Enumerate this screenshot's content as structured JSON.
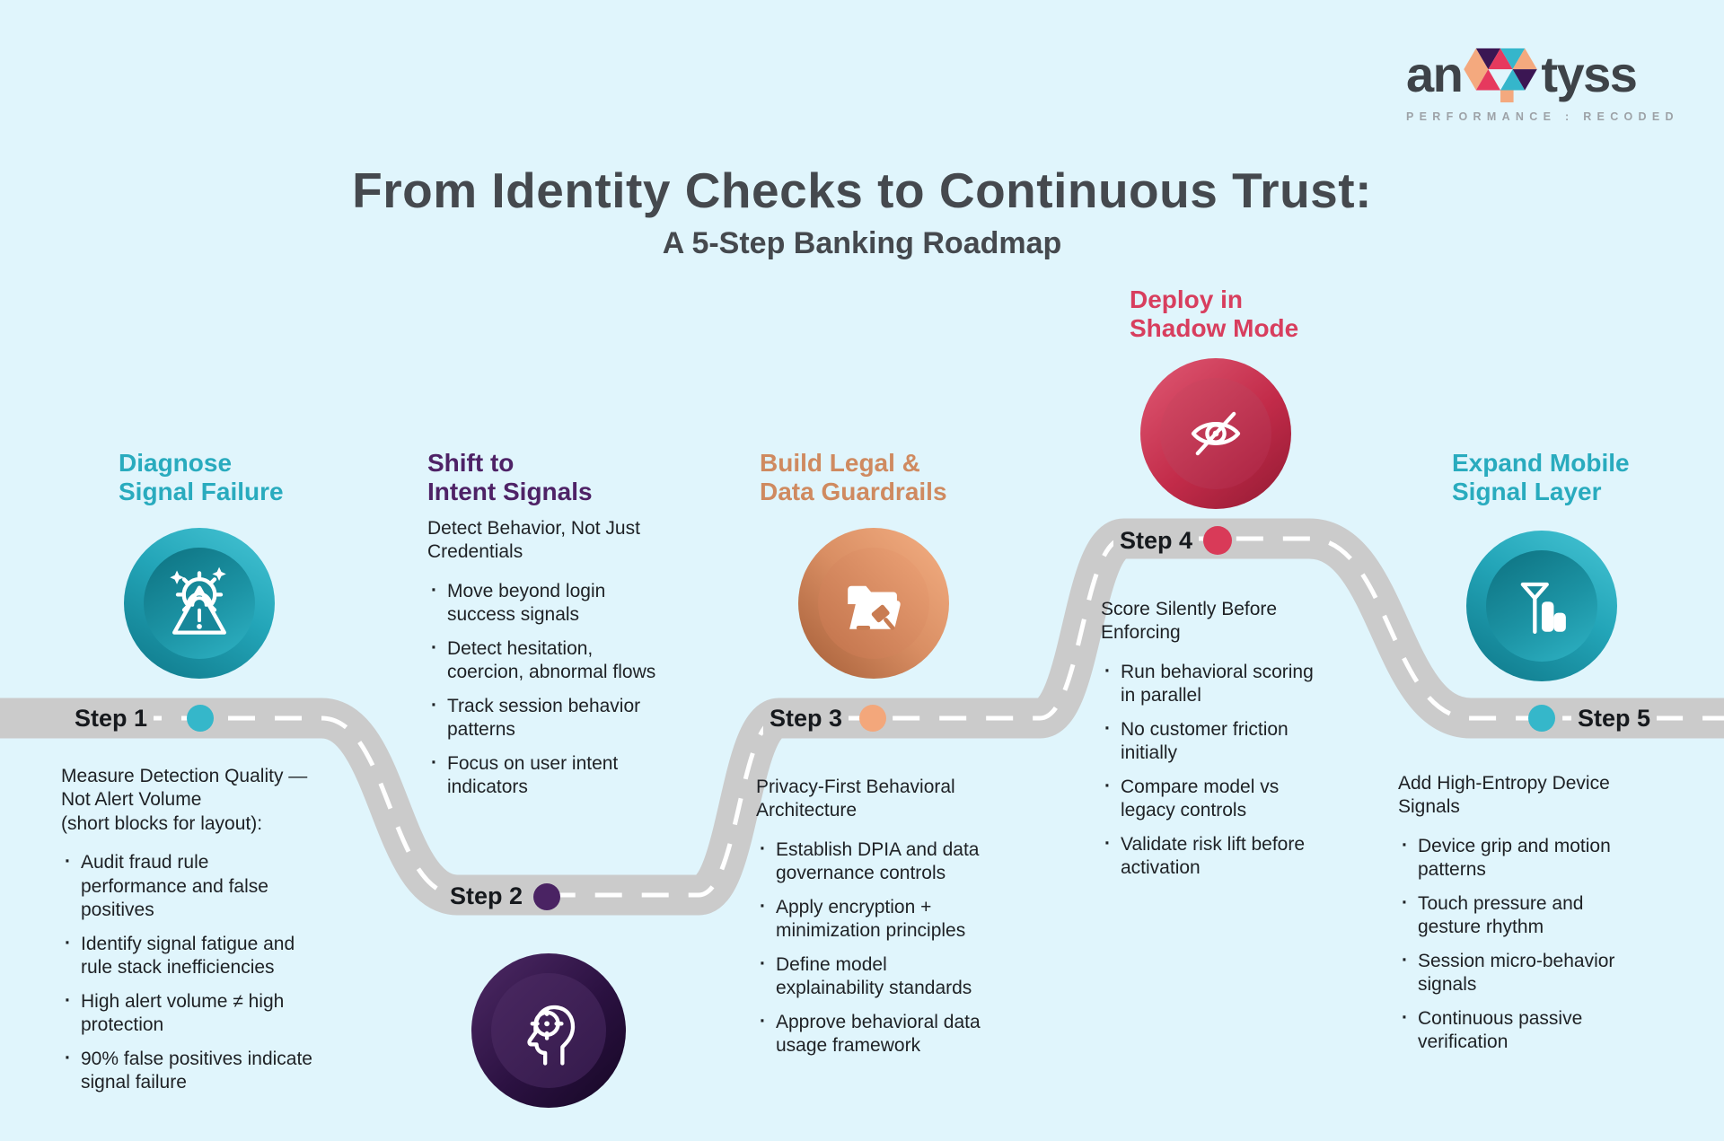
{
  "title": "From Identity Checks to Continuous Trust:",
  "subtitle": "A 5-Step Banking Roadmap",
  "logo": {
    "text_left": "an",
    "text_right": "tyss",
    "tagline": "PERFORMANCE : RECODED"
  },
  "colors": {
    "background": "#E0F5FC",
    "title_text": "#45494E",
    "body_text": "#1E2125",
    "road_gray": "#CBCBCB",
    "road_dash_white": "#FFFFFF",
    "teal_accent": "#29ABBE",
    "purple_accent": "#4E2266",
    "copper_accent": "#CF8A60",
    "crimson_accent": "#D83E5E",
    "logo_peach": "#F4A97E",
    "logo_crimson": "#E6395E",
    "logo_purple": "#3B1653",
    "logo_teal": "#35B6CB"
  },
  "steps": [
    {
      "label": "Step 1",
      "heading": "Diagnose\nSignal Failure",
      "heading_color": "#29ABBE",
      "dot_color": "#35B7CA",
      "icon": "gear-warning-icon",
      "intro": "Measure Detection Quality —\nNot Alert Volume\n(short blocks for layout):",
      "bullets": [
        "Audit fraud rule\nperformance and false\npositives",
        "Identify signal fatigue and\nrule stack inefficiencies",
        "High alert volume ≠ high\nprotection",
        "90% false positives indicate\nsignal failure"
      ]
    },
    {
      "label": "Step 2",
      "heading": "Shift to\nIntent Signals",
      "heading_color": "#4E2266",
      "dot_color": "#4A2363",
      "icon": "head-target-icon",
      "intro": "Detect Behavior, Not Just\nCredentials",
      "bullets": [
        "Move beyond login\nsuccess signals",
        "Detect hesitation,\ncoercion, abnormal flows",
        "Track session behavior\npatterns",
        "Focus on user intent\nindicators"
      ]
    },
    {
      "label": "Step 3",
      "heading": "Build Legal &\nData Guardrails",
      "heading_color": "#CF8A60",
      "dot_color": "#F3A77B",
      "icon": "folder-gavel-icon",
      "intro": "Privacy-First Behavioral\nArchitecture",
      "bullets": [
        "Establish DPIA and data\ngovernance controls",
        "Apply encryption +\nminimization principles",
        "Define model\nexplainability standards",
        "Approve behavioral data\nusage framework"
      ]
    },
    {
      "label": "Step 4",
      "heading": "Deploy in\nShadow Mode",
      "heading_color": "#D83E5E",
      "dot_color": "#D93A58",
      "icon": "hidden-eye-icon",
      "intro": "Score Silently Before\nEnforcing",
      "bullets": [
        "Run behavioral scoring\nin parallel",
        "No customer friction\ninitially",
        "Compare model vs\nlegacy controls",
        "Validate risk lift before\nactivation"
      ]
    },
    {
      "label": "Step 5",
      "heading": "Expand Mobile\nSignal Layer",
      "heading_color": "#29ABBE",
      "dot_color": "#35B7CA",
      "icon": "antenna-signal-icon",
      "intro": "Add High-Entropy Device\nSignals",
      "bullets": [
        "Device grip and motion\npatterns",
        "Touch pressure and\ngesture rhythm",
        "Session micro-behavior\nsignals",
        "Continuous passive\nverification"
      ]
    }
  ]
}
